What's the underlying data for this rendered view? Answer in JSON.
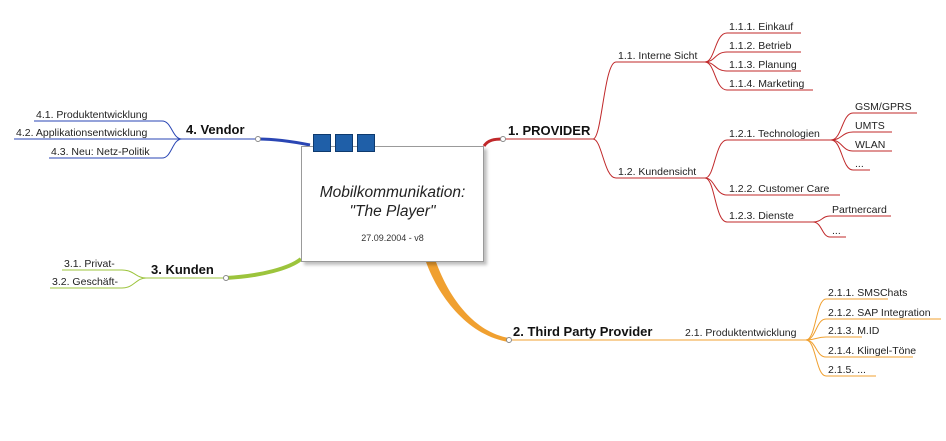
{
  "center": {
    "line1": "Mobilkommunikation:",
    "line2": "\"The Player\"",
    "date": "27.09.2004 - v8"
  },
  "colors": {
    "provider": "#c0282a",
    "third_party": "#f0a030",
    "kunden": "#9cc43c",
    "vendor": "#2a46b4",
    "squares": "#1f5fa8"
  },
  "branches": {
    "provider": {
      "label": "1.  PROVIDER",
      "interne_sicht": {
        "label": "1.1.  Interne Sicht",
        "items": [
          "1.1.1.  Einkauf",
          "1.1.2.  Betrieb",
          "1.1.3.  Planung",
          "1.1.4.  Marketing"
        ]
      },
      "kundensicht": {
        "label": "1.2.  Kundensicht",
        "technologien": {
          "label": "1.2.1.  Technologien",
          "items": [
            "GSM/GPRS",
            "UMTS",
            "WLAN",
            "..."
          ]
        },
        "customer_care": "1.2.2.  Customer Care",
        "dienste": {
          "label": "1.2.3.  Dienste",
          "items": [
            "Partnercard",
            "..."
          ]
        }
      }
    },
    "third_party": {
      "label": "2.  Third Party Provider",
      "produktentwicklung": {
        "label": "2.1.  Produktentwicklung",
        "items": [
          "2.1.1.  SMSChats",
          "2.1.2.  SAP Integration",
          "2.1.3.  M.ID",
          "2.1.4.  Klingel-Töne",
          "2.1.5.  ..."
        ]
      }
    },
    "kunden": {
      "label": "3.  Kunden",
      "items": [
        "3.1.  Privat-",
        "3.2.  Geschäft-"
      ]
    },
    "vendor": {
      "label": "4.  Vendor",
      "items": [
        "4.1.  Produktentwicklung",
        "4.2.  Applikationsentwicklung",
        "4.3.  Neu: Netz-Politik"
      ]
    }
  }
}
